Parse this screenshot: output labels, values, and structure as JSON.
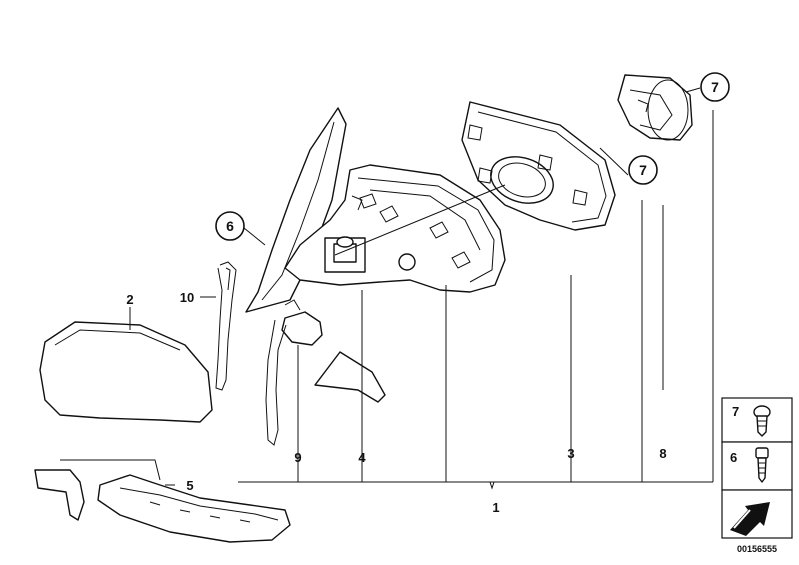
{
  "callouts": {
    "c1": "1",
    "c2": "2",
    "c3": "3",
    "c4": "4",
    "c5": "5",
    "c6": "6",
    "c7a": "7",
    "c7b": "7",
    "c8": "8",
    "c9": "9",
    "c10": "10"
  },
  "legend": {
    "item_7": "7",
    "item_6": "6"
  },
  "reference_number": "00156555"
}
